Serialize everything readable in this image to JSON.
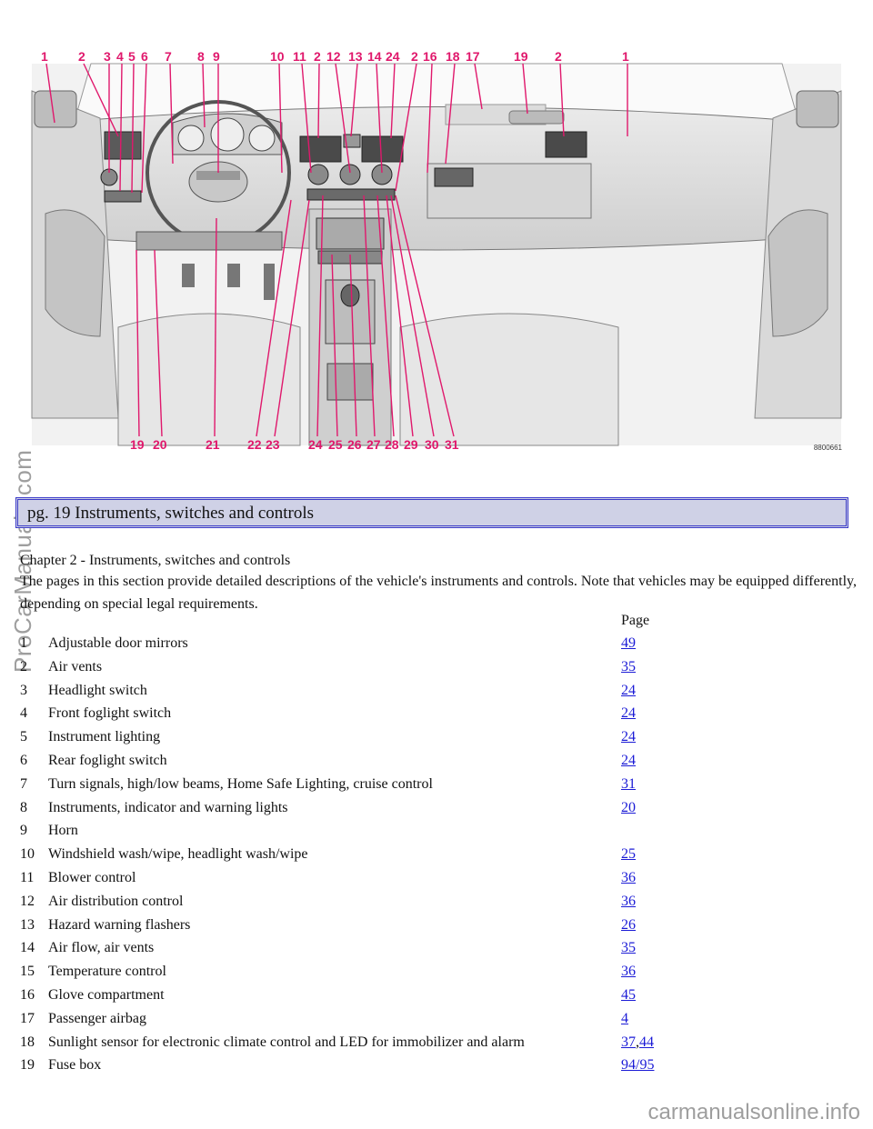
{
  "watermark_side": "ProCarManuals.com",
  "watermark_footer": "carmanualsonline.info",
  "diagram": {
    "top_callouts": [
      "1",
      "2",
      "3",
      "4",
      "5",
      "6",
      "7",
      "8",
      "9",
      "10",
      "11",
      "2",
      "12",
      "13",
      "14",
      "24",
      "2",
      "16",
      "18",
      "17",
      "19",
      "2",
      "1"
    ],
    "bottom_callouts": [
      "19",
      "20",
      "21",
      "22",
      "23",
      "24",
      "25",
      "26",
      "27",
      "28",
      "29",
      "30",
      "31"
    ],
    "figure_code": "8800661"
  },
  "section_title": "pg. 19 Instruments, switches and controls",
  "chapter": "Chapter 2 - Instruments, switches and controls",
  "intro": "The pages in this section provide detailed descriptions of the vehicle's instruments and controls. Note that vehicles may be equipped differently, depending on special legal requirements.",
  "page_header": "Page",
  "items": [
    {
      "num": "1",
      "desc": "Adjustable door mirrors",
      "pages": [
        "49"
      ]
    },
    {
      "num": "2",
      "desc": "Air vents",
      "pages": [
        "35"
      ]
    },
    {
      "num": "3",
      "desc": "Headlight switch",
      "pages": [
        "24"
      ]
    },
    {
      "num": "4",
      "desc": "Front foglight switch",
      "pages": [
        "24"
      ]
    },
    {
      "num": "5",
      "desc": "Instrument lighting",
      "pages": [
        "24"
      ]
    },
    {
      "num": "6",
      "desc": "Rear foglight switch",
      "pages": [
        "24"
      ]
    },
    {
      "num": "7",
      "desc": "Turn signals, high/low beams, Home Safe Lighting, cruise control",
      "pages": [
        "31"
      ]
    },
    {
      "num": "8",
      "desc": "Instruments, indicator and warning lights",
      "pages": [
        "20"
      ]
    },
    {
      "num": "9",
      "desc": "Horn",
      "pages": []
    },
    {
      "num": "10",
      "desc": "Windshield wash/wipe, headlight wash/wipe",
      "pages": [
        "25"
      ]
    },
    {
      "num": "11",
      "desc": "Blower control",
      "pages": [
        "36"
      ]
    },
    {
      "num": "12",
      "desc": "Air distribution control",
      "pages": [
        "36"
      ]
    },
    {
      "num": "13",
      "desc": "Hazard warning flashers",
      "pages": [
        "26"
      ]
    },
    {
      "num": "14",
      "desc": "Air flow, air vents",
      "pages": [
        "35"
      ]
    },
    {
      "num": "15",
      "desc": "Temperature control",
      "pages": [
        "36"
      ]
    },
    {
      "num": "16",
      "desc": "Glove compartment",
      "pages": [
        "45"
      ]
    },
    {
      "num": "17",
      "desc": "Passenger airbag",
      "pages": [
        "4"
      ]
    },
    {
      "num": "18",
      "desc": "Sunlight sensor for electronic climate control and LED for immobilizer and alarm",
      "pages": [
        "37",
        "44"
      ]
    },
    {
      "num": "19",
      "desc": "Fuse box",
      "pages": [
        "94/95"
      ]
    }
  ]
}
